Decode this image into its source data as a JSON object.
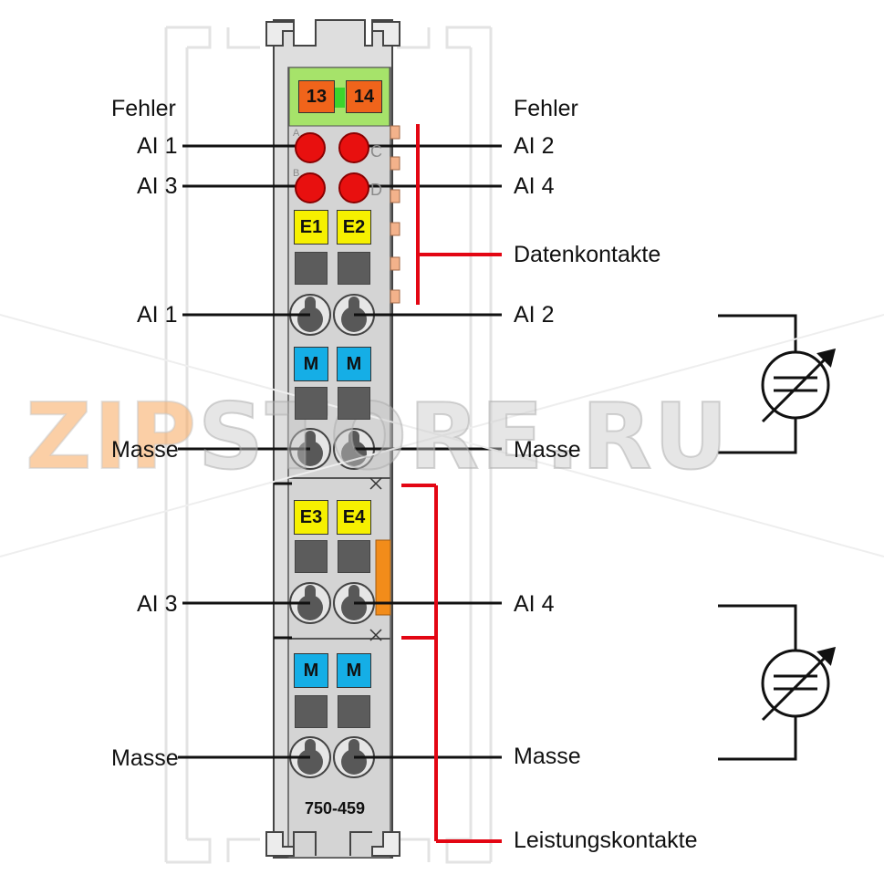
{
  "module": {
    "part_number": "750-459",
    "header_labels": [
      "13",
      "14"
    ],
    "led_letters": [
      "A",
      "C",
      "B",
      "D"
    ],
    "upper_signal_labels": [
      "E1",
      "E2"
    ],
    "upper_ground_labels": [
      "M",
      "M"
    ],
    "lower_signal_labels": [
      "E3",
      "E4"
    ],
    "lower_ground_labels": [
      "M",
      "M"
    ]
  },
  "labels": {
    "left": {
      "fehler": "Fehler",
      "ai1_led": "AI 1",
      "ai3_led": "AI 3",
      "ai1_term": "AI 1",
      "masse_upper": "Masse",
      "ai3_term": "AI 3",
      "masse_lower": "Masse"
    },
    "right": {
      "fehler": "Fehler",
      "ai2_led": "AI 2",
      "ai4_led": "AI 4",
      "datenkontakte": "Datenkontakte",
      "ai2_term": "AI 2",
      "masse_upper": "Masse",
      "ai4_term": "AI 4",
      "masse_lower": "Masse",
      "leistungskontakte": "Leistungskontakte"
    }
  },
  "watermark": {
    "part1": "ZIP",
    "part2": "STORE.RU"
  },
  "colors": {
    "led_red": "#e8100f",
    "signal_yellow": "#f6f000",
    "ground_blue": "#15aee6",
    "header_green": "#a6e36a",
    "header_orange": "#f0641b",
    "contact_red": "#e30613",
    "housing_gray": "#d9d9d9"
  }
}
